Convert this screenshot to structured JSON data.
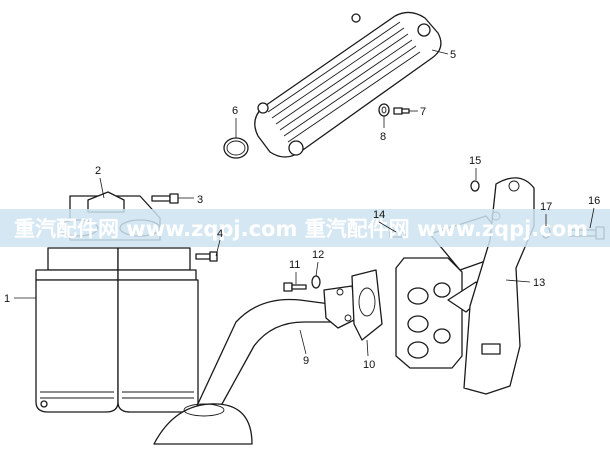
{
  "diagram": {
    "callouts": [
      "1",
      "2",
      "3",
      "4",
      "5",
      "6",
      "7",
      "8",
      "9",
      "10",
      "11",
      "12",
      "13",
      "14",
      "15",
      "16",
      "17"
    ]
  },
  "watermark": {
    "text": "重汽配件网 www.zqpj.com  重汽配件网 www.zqpj.com",
    "band_color": "#cde3f0",
    "text_color": "#ffffff"
  }
}
